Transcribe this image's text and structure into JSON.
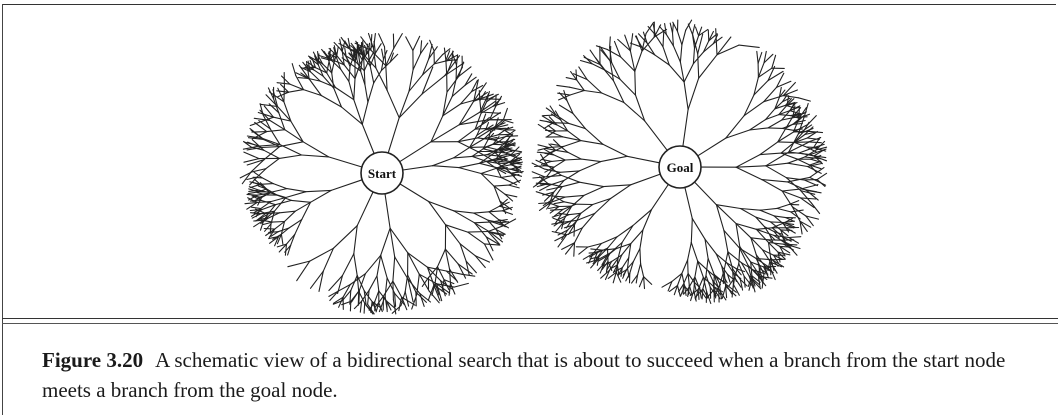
{
  "diagram": {
    "start_label": "Start",
    "goal_label": "Goal"
  },
  "caption": {
    "figure_number": "Figure 3.20",
    "text": "A schematic view of a bidirectional search that is about to succeed when a branch from the start node meets a branch from the goal node."
  }
}
